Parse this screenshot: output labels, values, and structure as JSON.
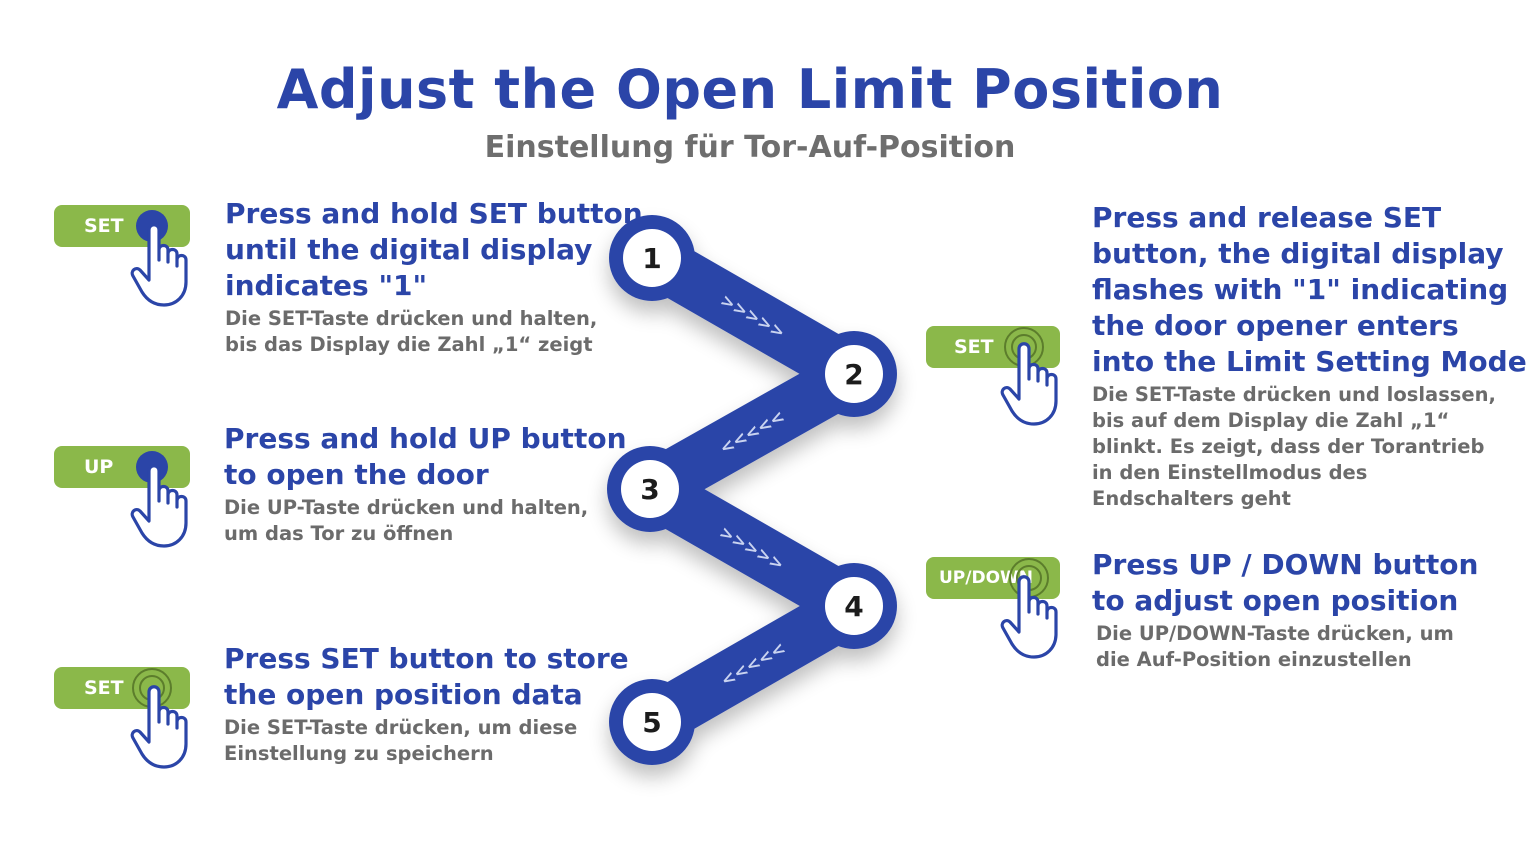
{
  "header": {
    "title": "Adjust the Open Limit Position",
    "subtitle": "Einstellung für Tor-Auf-Position"
  },
  "colors": {
    "primary_blue": "#2b45a8",
    "button_green": "#8bb84a",
    "german_text_gray": "#6b6b6b"
  },
  "flow": {
    "nodes": [
      "1",
      "2",
      "3",
      "4",
      "5"
    ],
    "arrows": [
      ">>>>>",
      "<<<<<",
      ">>>>>",
      "<<<<<"
    ]
  },
  "steps": [
    {
      "button_label": "SET",
      "button_state": "pressed",
      "en_lines": [
        "Press and hold SET button",
        "until the digital display",
        "indicates \"1\""
      ],
      "de_lines": [
        "Die SET-Taste drücken und halten,",
        "bis das Display die Zahl „1“ zeigt"
      ]
    },
    {
      "button_label": "SET",
      "button_state": "tapped",
      "en_lines": [
        "Press and release SET",
        "button, the digital display",
        "flashes with \"1\"  indicating",
        "the door opener enters",
        "into the Limit Setting Mode"
      ],
      "de_lines": [
        "Die SET-Taste drücken und loslassen,",
        "bis auf dem Display die Zahl „1“",
        "blinkt. Es zeigt, dass der Torantrieb",
        "in den Einstellmodus des",
        "Endschalters geht"
      ]
    },
    {
      "button_label": "UP",
      "button_state": "pressed",
      "en_lines": [
        "Press and hold UP button",
        "to open the door"
      ],
      "de_lines": [
        "Die UP-Taste drücken und halten,",
        "um das Tor zu öffnen"
      ]
    },
    {
      "button_label": "UP/DOWN",
      "button_state": "tapped",
      "en_lines": [
        "Press UP / DOWN button",
        "to adjust open position"
      ],
      "de_lines": [
        "Die UP/DOWN-Taste drücken, um",
        "die Auf-Position einzustellen"
      ]
    },
    {
      "button_label": "SET",
      "button_state": "tapped",
      "en_lines": [
        "Press SET button to store",
        "the open position data"
      ],
      "de_lines": [
        "Die SET-Taste drücken, um diese",
        "Einstellung zu speichern"
      ]
    }
  ]
}
